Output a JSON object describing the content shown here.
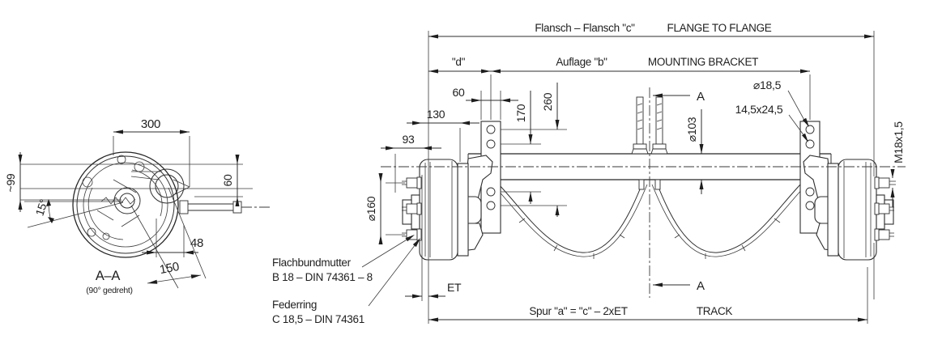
{
  "drawing": {
    "section_view": {
      "dim_300": "300",
      "dim_99": "~99",
      "angle_15": "15°",
      "dim_60": "60",
      "dim_48": "48",
      "dim_150": "150",
      "title": "A–A",
      "subtitle": "(90° gedreht)"
    },
    "main_view": {
      "flange_dim_de": "Flansch – Flansch \"c\"",
      "flange_dim_en": "FLANGE TO FLANGE",
      "dim_d": "\"d\"",
      "auflage_de": "Auflage \"b\"",
      "auflage_en": "MOUNTING BRACKET",
      "dim_60": "60",
      "dim_130": "130",
      "dim_93": "93",
      "dim_160": "⌀160",
      "dim_170": "170",
      "dim_260": "260",
      "dim_103": "⌀103",
      "dim_185": "⌀18,5",
      "slot": "14,5x24,5",
      "thread": "M18x1,5",
      "section_a": "A",
      "et": "ET",
      "track_de": "Spur \"a\" = \"c\" – 2xET",
      "track_en": "TRACK",
      "note1_line1": "Flachbundmutter",
      "note1_line2": "B 18 – DIN 74361 – 8",
      "note2_line1": "Federring",
      "note2_line2": "C 18,5 – DIN 74361"
    }
  }
}
